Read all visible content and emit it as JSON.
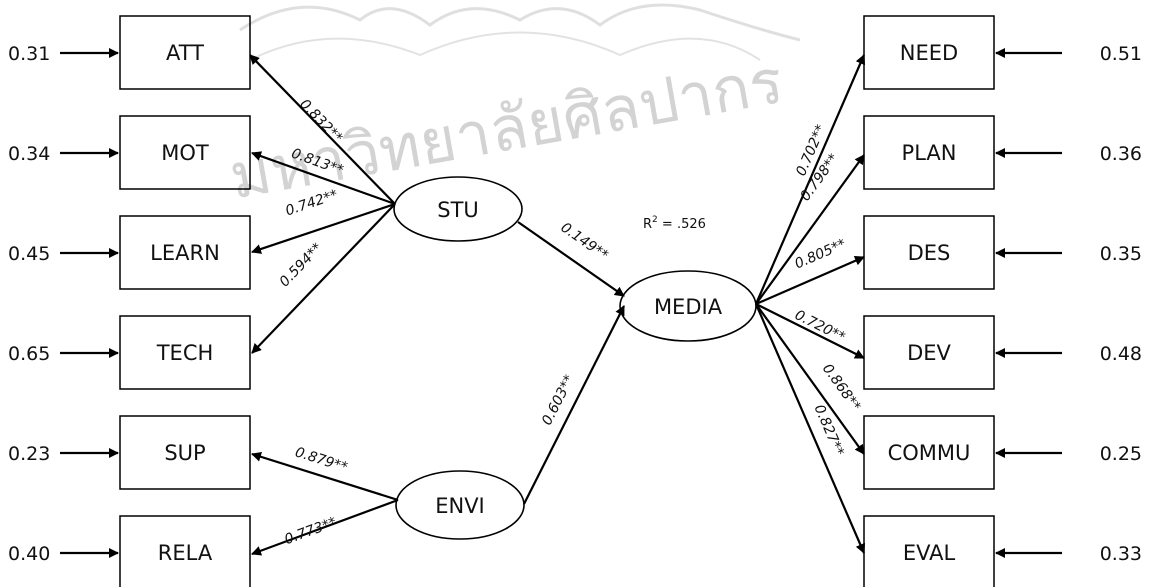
{
  "diagram": {
    "watermark_text": "มหาวิทยาลัยศิลปากร",
    "r_squared": {
      "prefix": "R",
      "sup": "2",
      "value": " = .526"
    },
    "latent": {
      "stu": "STU",
      "envi": "ENVI",
      "media": "MEDIA"
    },
    "left_indicators": [
      {
        "label": "ATT",
        "error": "0.31",
        "loading": "0.832**"
      },
      {
        "label": "MOT",
        "error": "0.34",
        "loading": "0.813**"
      },
      {
        "label": "LEARN",
        "error": "0.45",
        "loading": "0.742**"
      },
      {
        "label": "TECH",
        "error": "0.65",
        "loading": "0.594**"
      },
      {
        "label": "SUP",
        "error": "0.23",
        "loading": "0.879**"
      },
      {
        "label": "RELA",
        "error": "0.40",
        "loading": "0.773**"
      }
    ],
    "right_indicators": [
      {
        "label": "NEED",
        "error": "0.51",
        "loading": "0.702**"
      },
      {
        "label": "PLAN",
        "error": "0.36",
        "loading": "0.798**"
      },
      {
        "label": "DES",
        "error": "0.35",
        "loading": "0.805**"
      },
      {
        "label": "DEV",
        "error": "0.48",
        "loading": "0.720**"
      },
      {
        "label": "COMMU",
        "error": "0.25",
        "loading": "0.868**"
      },
      {
        "label": "EVAL",
        "error": "0.33",
        "loading": "0.827**"
      }
    ],
    "paths": {
      "stu_media": "0.149**",
      "envi_media": "0.603**"
    }
  }
}
